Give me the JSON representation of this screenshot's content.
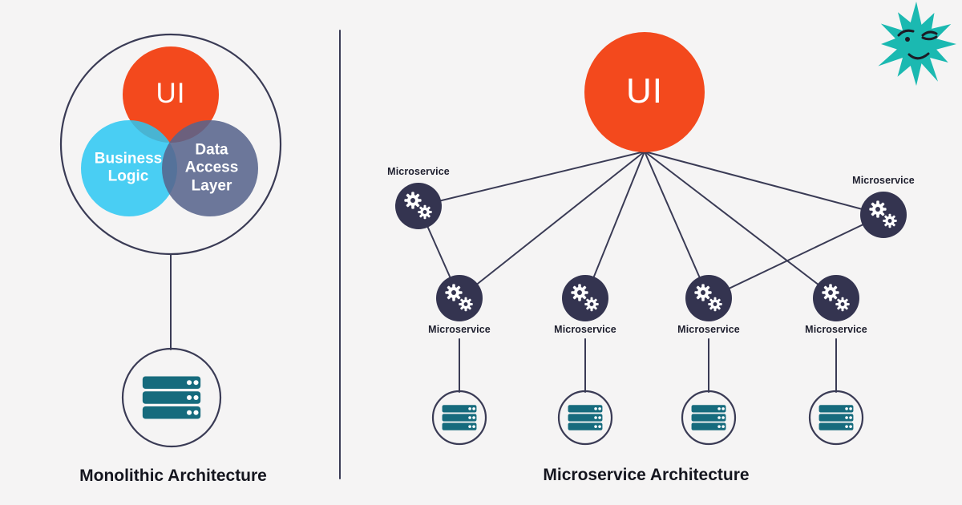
{
  "colors": {
    "background": "#f5f4f4",
    "orange": "#f3491d",
    "cyan": "#2ac7f2",
    "slate": "#57648c",
    "navy": "#343450",
    "line": "#3a3b55",
    "teal_server": "#166b7d",
    "teal_mascot": "#1bb9b1",
    "text_dark": "#15161f"
  },
  "left_panel": {
    "title": "Monolithic Architecture",
    "ui_label": "UI",
    "business_logic_label": "Business Logic",
    "data_access_label": "Data Access Layer"
  },
  "right_panel": {
    "title": "Microservice Architecture",
    "ui_label": "UI",
    "node_labels": [
      "Microservice",
      "Microservice",
      "Microservice",
      "Microservice",
      "Microservice",
      "Microservice"
    ]
  }
}
